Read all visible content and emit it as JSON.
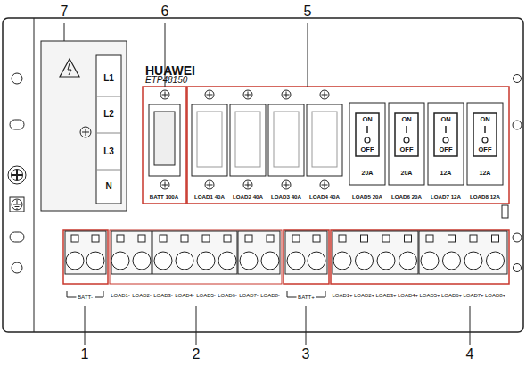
{
  "diagram": {
    "labels": [
      "7",
      "6",
      "5",
      "HUAWEI",
      "ETP48150",
      "L1",
      "L2",
      "L3",
      "N",
      "ON",
      "OFF",
      "ON",
      "OFF",
      "ON",
      "OFF",
      "ON",
      "OFF",
      "20A",
      "20A",
      "12A",
      "12A",
      "BATT 100A",
      "LOAD1 40A",
      "LOAD2 40A",
      "LOAD3 40A",
      "LOAD4 40A",
      "LOAD5 20A",
      "LOAD6 20A",
      "LOAD7 12A",
      "LOAD8 12A",
      "BATT-",
      "LOAD1-",
      "LOAD2-",
      "LOAD3-",
      "LOAD4-",
      "LOAD5-",
      "LOAD6-",
      "LOAD7-",
      "LOAD8-",
      "BATT+",
      "LOAD1+",
      "LOAD2+",
      "LOAD3+",
      "LOAD4+",
      "LOAD5+",
      "LOAD6+",
      "LOAD7+",
      "LOAD8+",
      "1",
      "2",
      "3",
      "4"
    ]
  }
}
